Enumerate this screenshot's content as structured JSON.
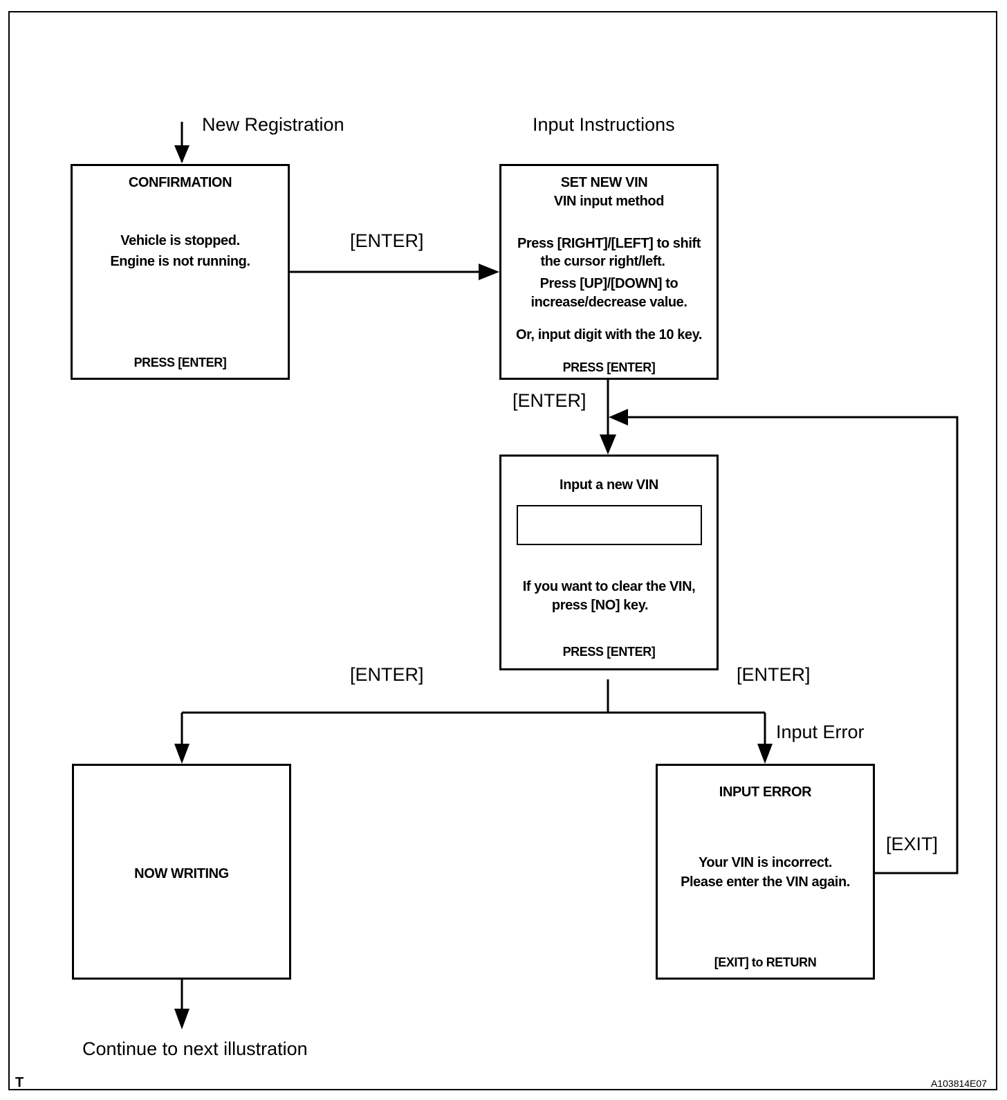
{
  "labels": {
    "new_registration": "New Registration",
    "input_instructions": "Input Instructions",
    "enter_1": "[ENTER]",
    "enter_2": "[ENTER]",
    "enter_3": "[ENTER]",
    "enter_4": "[ENTER]",
    "input_error": "Input Error",
    "exit": "[EXIT]",
    "continue": "Continue to next illustration",
    "corner_t": "T",
    "figure_id": "A103814E07"
  },
  "boxes": {
    "confirmation": {
      "title": "CONFIRMATION",
      "line1": "Vehicle is stopped.",
      "line2": "Engine is not running.",
      "footer": "PRESS [ENTER]"
    },
    "set_new_vin": {
      "title": "SET NEW VIN",
      "subtitle": "VIN input method",
      "line1": "Press [RIGHT]/[LEFT] to shift",
      "line2": "the cursor right/left.",
      "line3": "Press [UP]/[DOWN]  to",
      "line4": "increase/decrease value.",
      "line5": "Or, input digit with the 10 key.",
      "footer": "PRESS [ENTER]"
    },
    "input_new_vin": {
      "title": "Input a new VIN",
      "line1": "If you want to clear the VIN,",
      "line2": "press [NO] key.",
      "footer": "PRESS [ENTER]"
    },
    "now_writing": {
      "title": "NOW WRITING"
    },
    "input_error": {
      "title": "INPUT  ERROR",
      "line1": "Your VIN is incorrect.",
      "line2": "Please enter the VIN again.",
      "footer": "[EXIT] to RETURN"
    }
  }
}
